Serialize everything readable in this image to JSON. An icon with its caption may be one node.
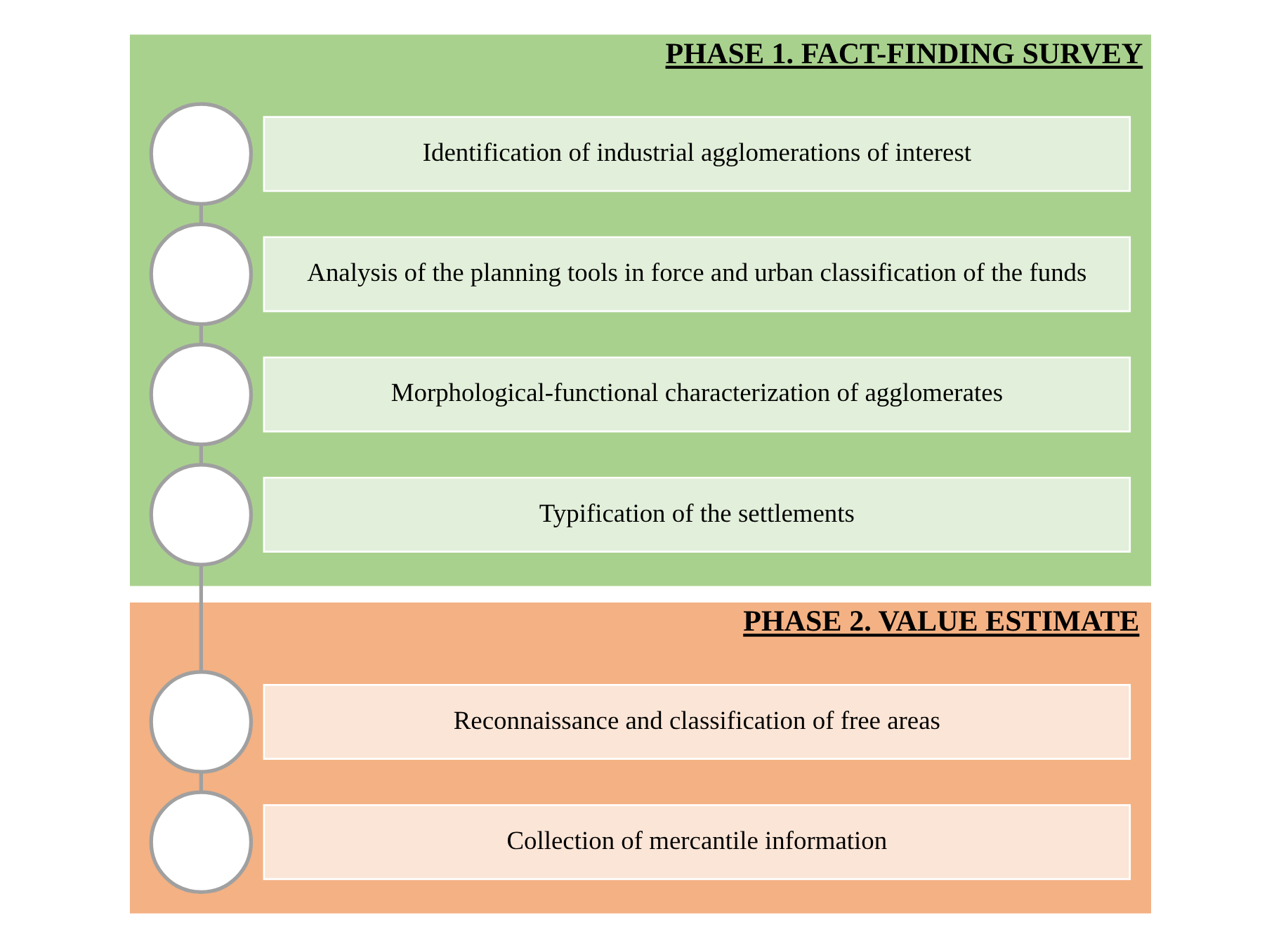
{
  "diagram": {
    "nodes": [
      {
        "text": [
          "PHASE 1. FACT-FINDING SURVEY"
        ]
      },
      {
        "text": [],
        "shape": "circle",
        "in": 0
      },
      {
        "text": [
          "Identification of industrial agglomerations of interest"
        ],
        "in": 0
      },
      {
        "text": [],
        "shape": "circle",
        "in": 0
      },
      {
        "text": [
          "Analysis of the planning tools in force and urban classification of the funds"
        ],
        "in": 0
      },
      {
        "text": [],
        "shape": "circle",
        "in": 0
      },
      {
        "text": [
          "Morphological-functional characterization of agglomerates"
        ],
        "in": 0
      },
      {
        "text": [],
        "shape": "circle",
        "in": 0
      },
      {
        "text": [
          "Typification of the settlements"
        ],
        "in": 0
      },
      {
        "text": [
          "PHASE 2. VALUE ESTIMATE"
        ]
      },
      {
        "text": [],
        "shape": "circle",
        "in": 9
      },
      {
        "text": [
          "Reconnaissance and classification of free areas"
        ],
        "in": 9
      },
      {
        "text": [],
        "shape": "circle",
        "in": 9
      },
      {
        "text": [
          "Collection of mercantile information"
        ],
        "in": 9
      }
    ],
    "edges": [
      {
        "from": 1,
        "to": 3,
        "arrow": "none"
      },
      {
        "from": 3,
        "to": 5,
        "arrow": "none"
      },
      {
        "from": 5,
        "to": 7,
        "arrow": "none"
      },
      {
        "from": 7,
        "to": 10,
        "arrow": "none"
      },
      {
        "from": 10,
        "to": 12,
        "arrow": "none"
      }
    ]
  }
}
